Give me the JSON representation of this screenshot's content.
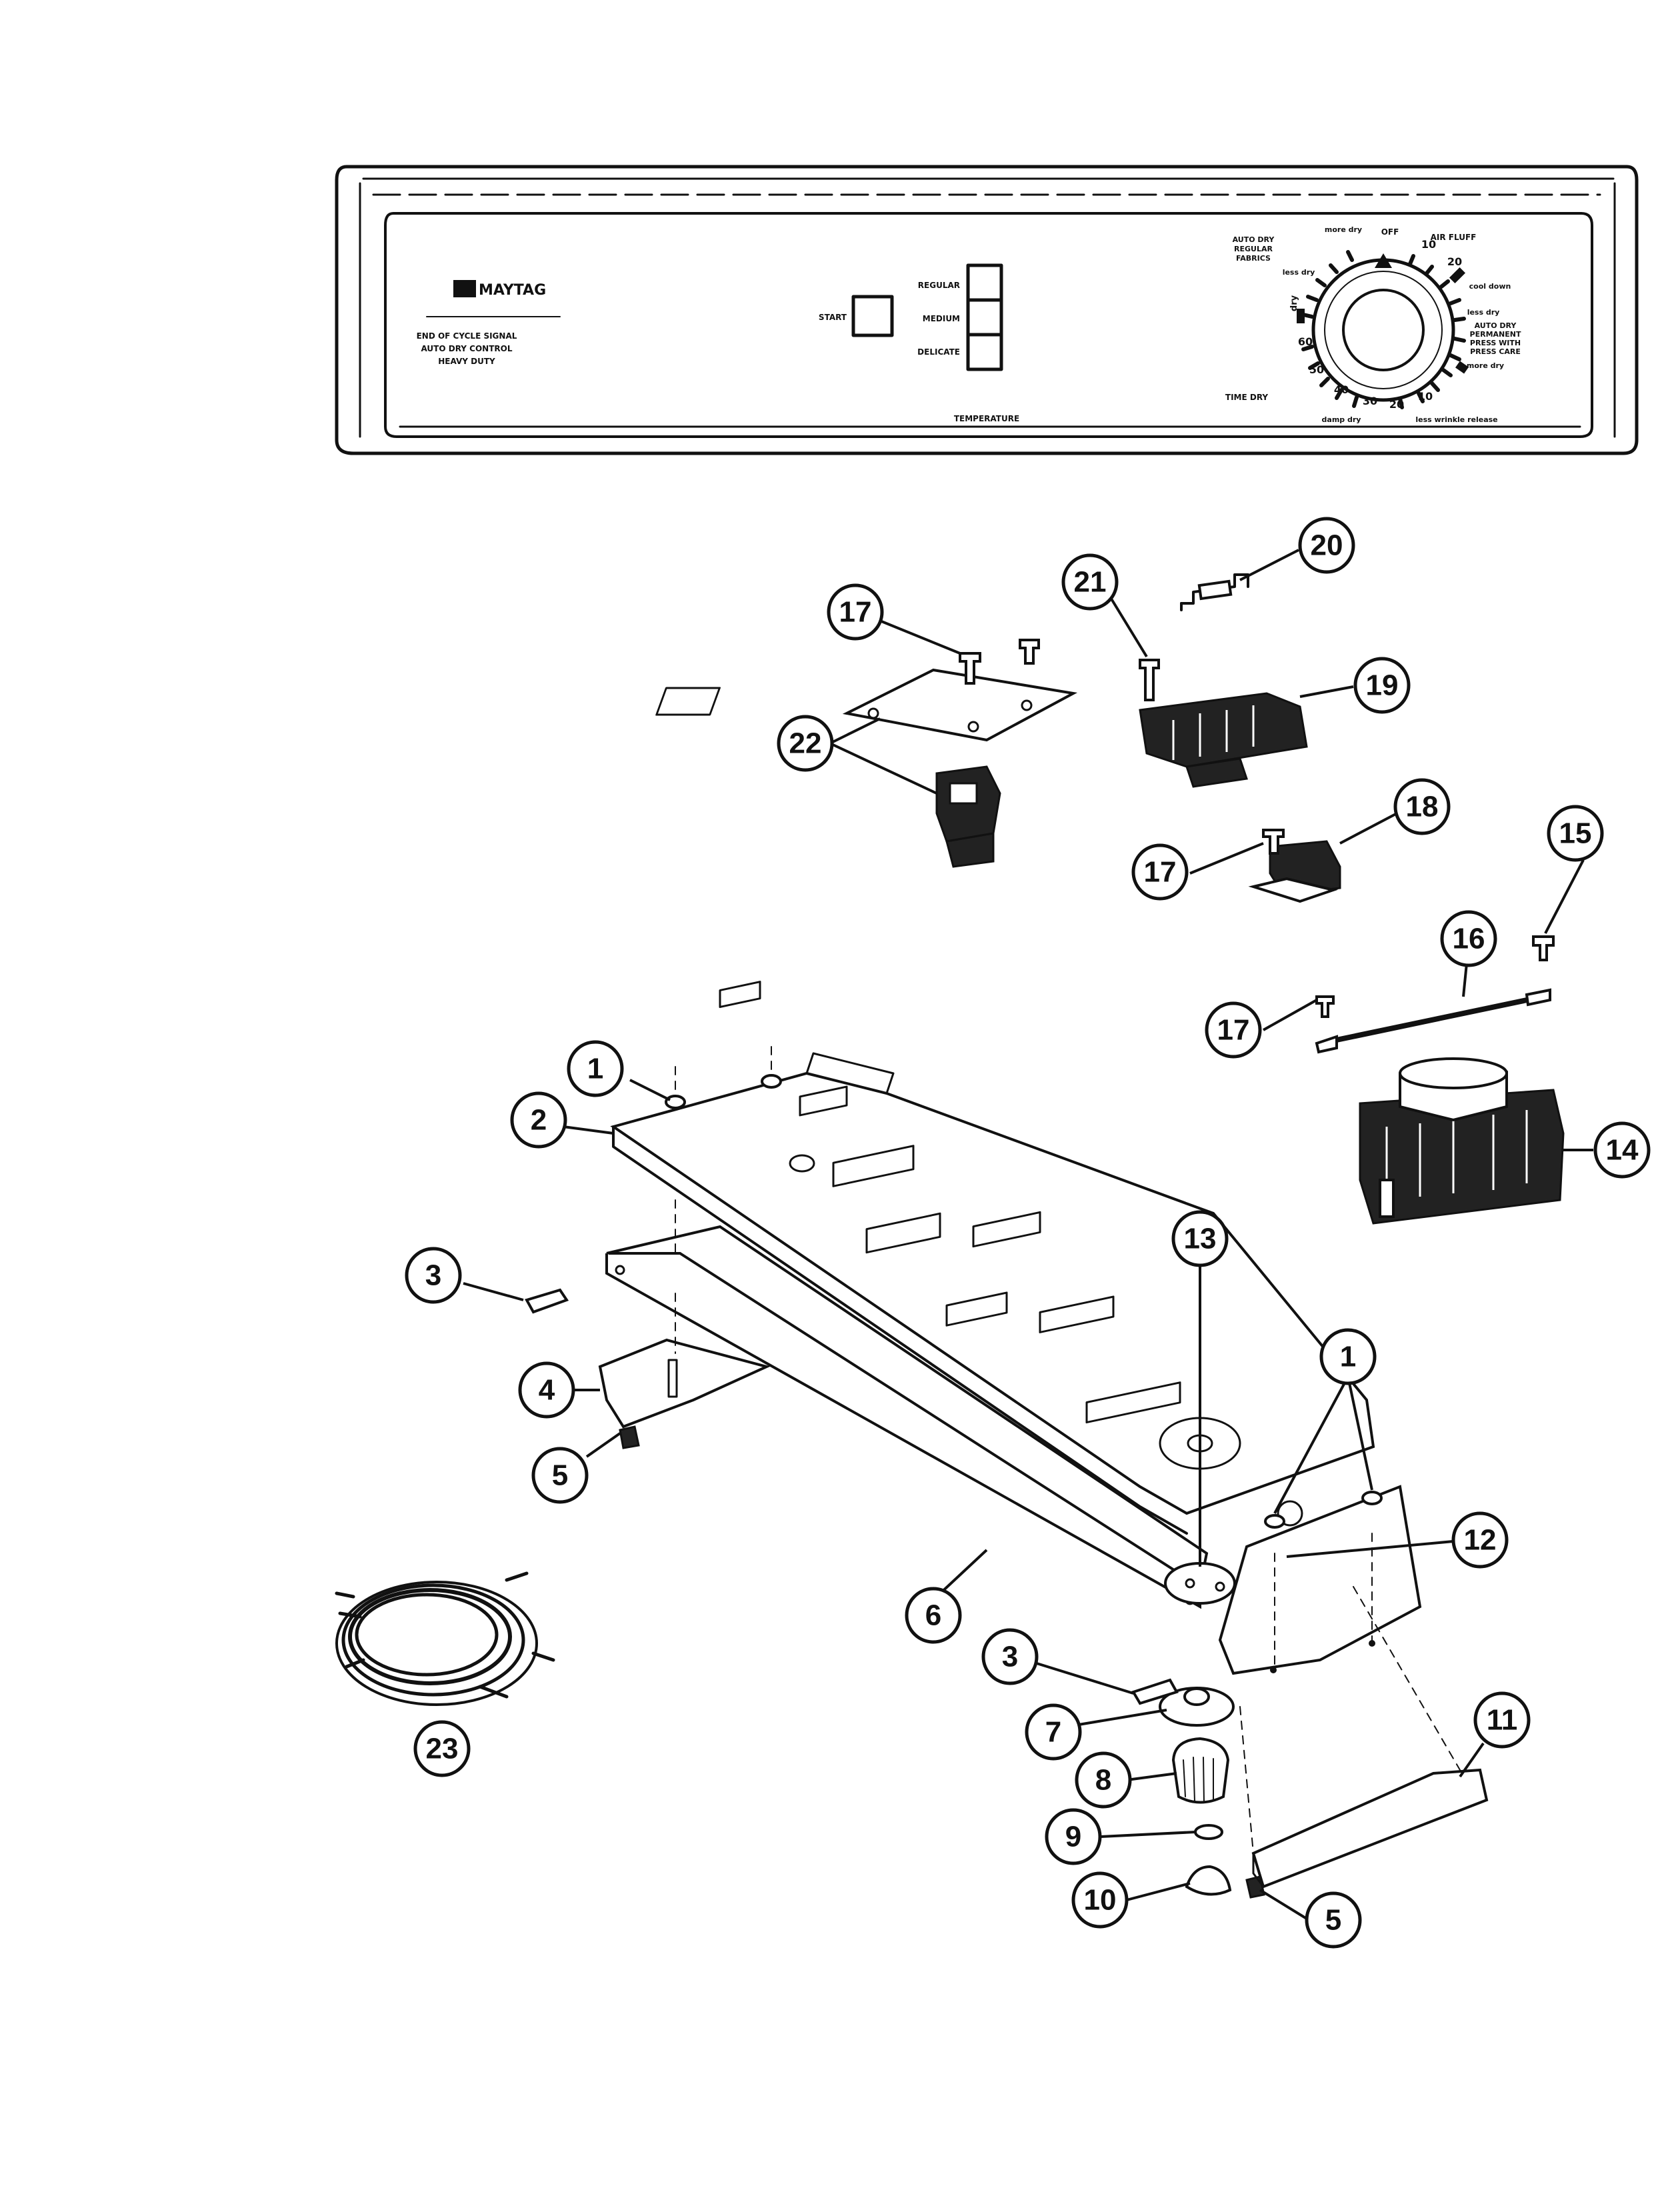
{
  "control_panel": {
    "brand": "MAYTAG",
    "features": [
      "END OF CYCLE SIGNAL",
      "AUTO DRY CONTROL",
      "HEAVY DUTY"
    ],
    "start_label": "START",
    "temperature_options": [
      "REGULAR",
      "MEDIUM",
      "DELICATE"
    ],
    "temperature_label": "TEMPERATURE",
    "dial": {
      "auto_dry_regular": [
        "AUTO DRY",
        "REGULAR",
        "FABRICS"
      ],
      "auto_dry_perm": [
        "AUTO DRY",
        "PERMANENT",
        "PRESS WITH",
        "PRESS CARE"
      ],
      "time_dry": "TIME DRY",
      "off": "OFF",
      "air_fluff": "AIR FLUFF",
      "more_dry_1": "more dry",
      "less_dry_1": "less dry",
      "dry": "dry",
      "cool_down": "cool down",
      "less_dry_2": "less dry",
      "more_dry_2": "more dry",
      "damp_dry": "damp dry",
      "wrinkle_release": "less wrinkle release",
      "tick_10_top": "10",
      "tick_20_top": "20",
      "tick_60": "60",
      "tick_50": "50",
      "tick_40": "40",
      "tick_30": "30",
      "tick_20_bottom": "20",
      "tick_10_bottom": "10"
    }
  },
  "callouts": [
    "1",
    "1",
    "2",
    "3",
    "3",
    "4",
    "5",
    "5",
    "6",
    "7",
    "8",
    "9",
    "10",
    "11",
    "12",
    "13",
    "14",
    "15",
    "16",
    "17",
    "17",
    "17",
    "18",
    "19",
    "20",
    "21",
    "22",
    "23"
  ]
}
